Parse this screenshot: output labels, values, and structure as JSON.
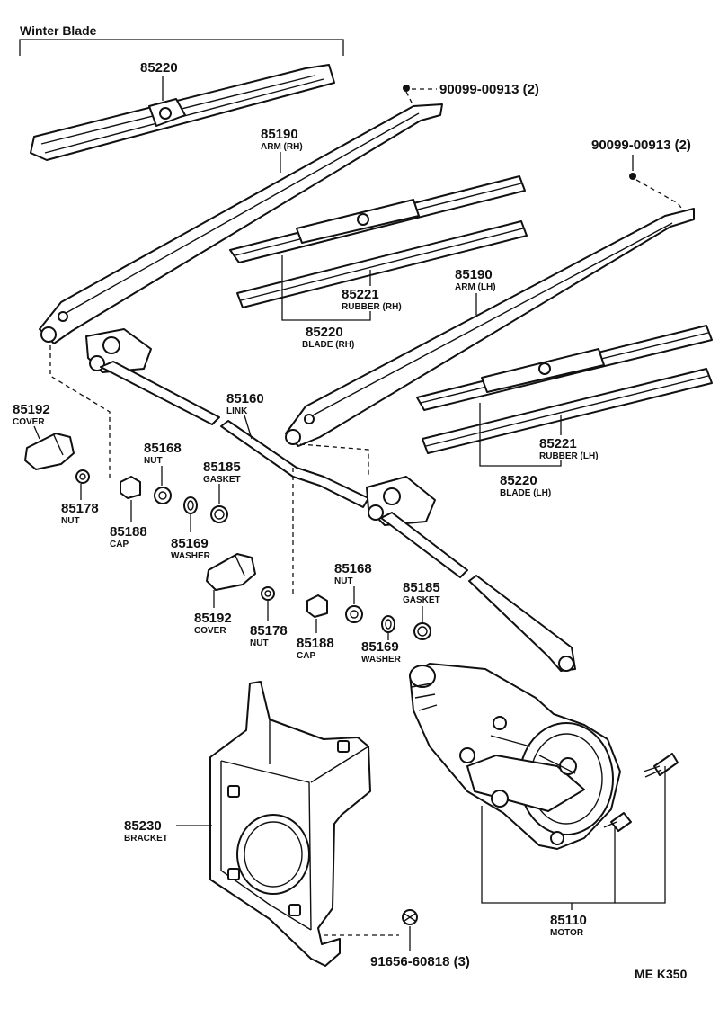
{
  "header": {
    "title": "Winter Blade"
  },
  "footer": {
    "code": "ME  K350"
  },
  "parts": {
    "blade_winter": {
      "number": "85220"
    },
    "screw_top": {
      "number": "90099-00913 (2)"
    },
    "screw_right": {
      "number": "90099-00913 (2)"
    },
    "arm_rh": {
      "number": "85190",
      "name": "ARM (RH)"
    },
    "rubber_rh": {
      "number": "85221",
      "name": "RUBBER (RH)"
    },
    "blade_rh": {
      "number": "85220",
      "name": "BLADE (RH)"
    },
    "arm_lh": {
      "number": "85190",
      "name": "ARM (LH)"
    },
    "link": {
      "number": "85160",
      "name": "LINK"
    },
    "rubber_lh": {
      "number": "85221",
      "name": "RUBBER (LH)"
    },
    "blade_lh": {
      "number": "85220",
      "name": "BLADE (LH)"
    },
    "cover_1": {
      "number": "85192",
      "name": "COVER"
    },
    "nut_178_1": {
      "number": "85178",
      "name": "NUT"
    },
    "cap_1": {
      "number": "85188",
      "name": "CAP"
    },
    "nut_168_1": {
      "number": "85168",
      "name": "NUT"
    },
    "gasket_1": {
      "number": "85185",
      "name": "GASKET"
    },
    "washer_1": {
      "number": "85169",
      "name": "WASHER"
    },
    "cover_2": {
      "number": "85192",
      "name": "COVER"
    },
    "nut_178_2": {
      "number": "85178",
      "name": "NUT"
    },
    "cap_2": {
      "number": "85188",
      "name": "CAP"
    },
    "nut_168_2": {
      "number": "85168",
      "name": "NUT"
    },
    "gasket_2": {
      "number": "85185",
      "name": "GASKET"
    },
    "washer_2": {
      "number": "85169",
      "name": "WASHER"
    },
    "bracket": {
      "number": "85230",
      "name": "BRACKET"
    },
    "bolt_bracket": {
      "number": "91656-60818 (3)"
    },
    "motor": {
      "number": "85110",
      "name": "MOTOR"
    }
  }
}
